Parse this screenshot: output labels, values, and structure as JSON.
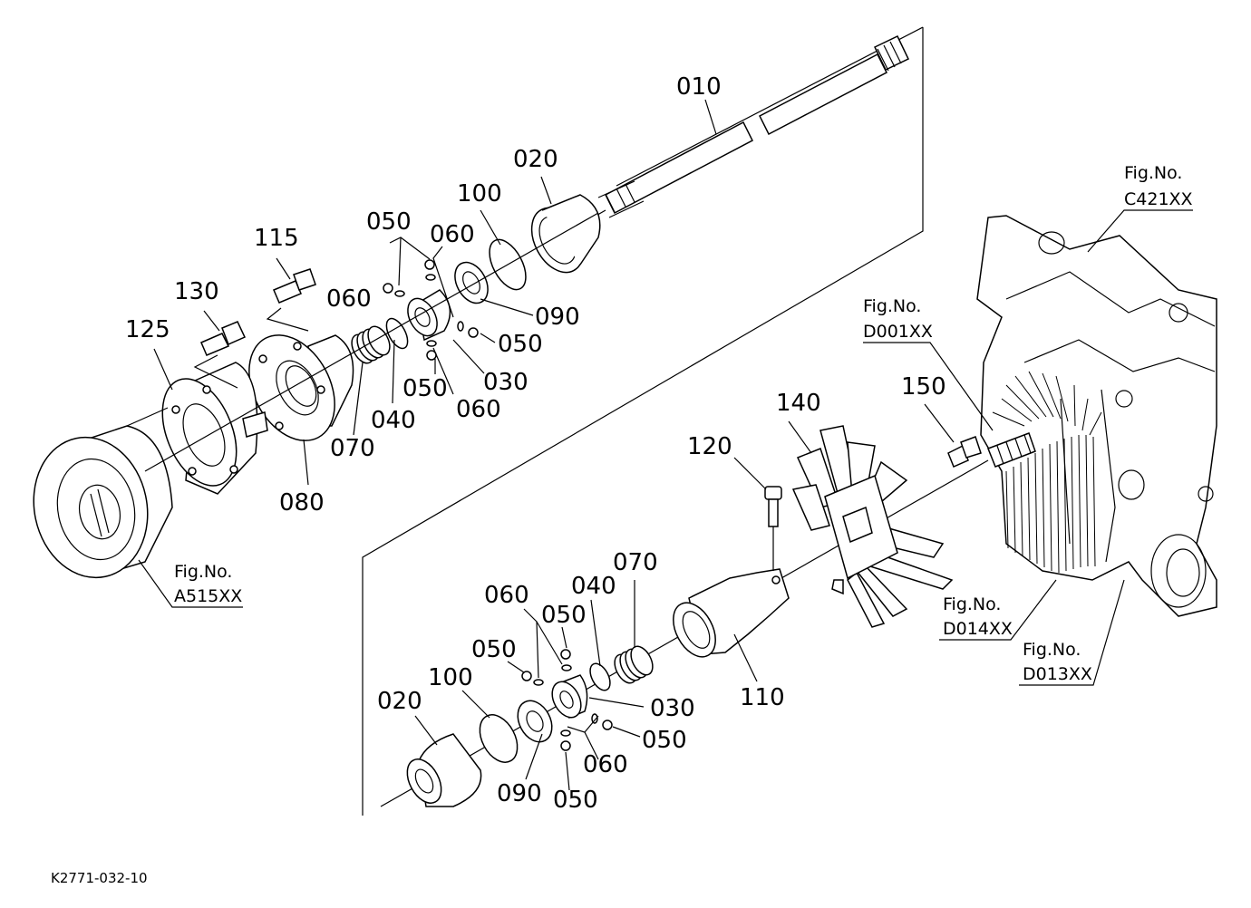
{
  "part_labels": {
    "p010": "010",
    "p020_top": "020",
    "p100_top": "100",
    "p050_top_a": "050",
    "p060_top_a": "060",
    "p060_top_b": "060",
    "p090_top": "090",
    "p050_top_b": "050",
    "p030_top": "030",
    "p050_top_c": "050",
    "p060_top_c": "060",
    "p040_top": "040",
    "p070_top": "070",
    "p115": "115",
    "p130": "130",
    "p125": "125",
    "p080": "080",
    "p140": "140",
    "p150": "150",
    "p120": "120",
    "p070_bot": "070",
    "p040_bot": "040",
    "p060_bot_a": "060",
    "p050_bot_a": "050",
    "p050_bot_b": "050",
    "p100_bot": "100",
    "p020_bot": "020",
    "p030_bot": "030",
    "p050_bot_c": "050",
    "p060_bot_b": "060",
    "p090_bot": "090",
    "p050_bot_d": "050",
    "p110": "110"
  },
  "fig_refs": {
    "a515": {
      "prefix": "Fig.No.",
      "code": "A515XX"
    },
    "c421": {
      "prefix": "Fig.No.",
      "code": "C421XX"
    },
    "d001": {
      "prefix": "Fig.No.",
      "code": "D001XX"
    },
    "d014": {
      "prefix": "Fig.No.",
      "code": "D014XX"
    },
    "d013": {
      "prefix": "Fig.No.",
      "code": "D013XX"
    }
  },
  "drawing_code": "K2771-032-10"
}
